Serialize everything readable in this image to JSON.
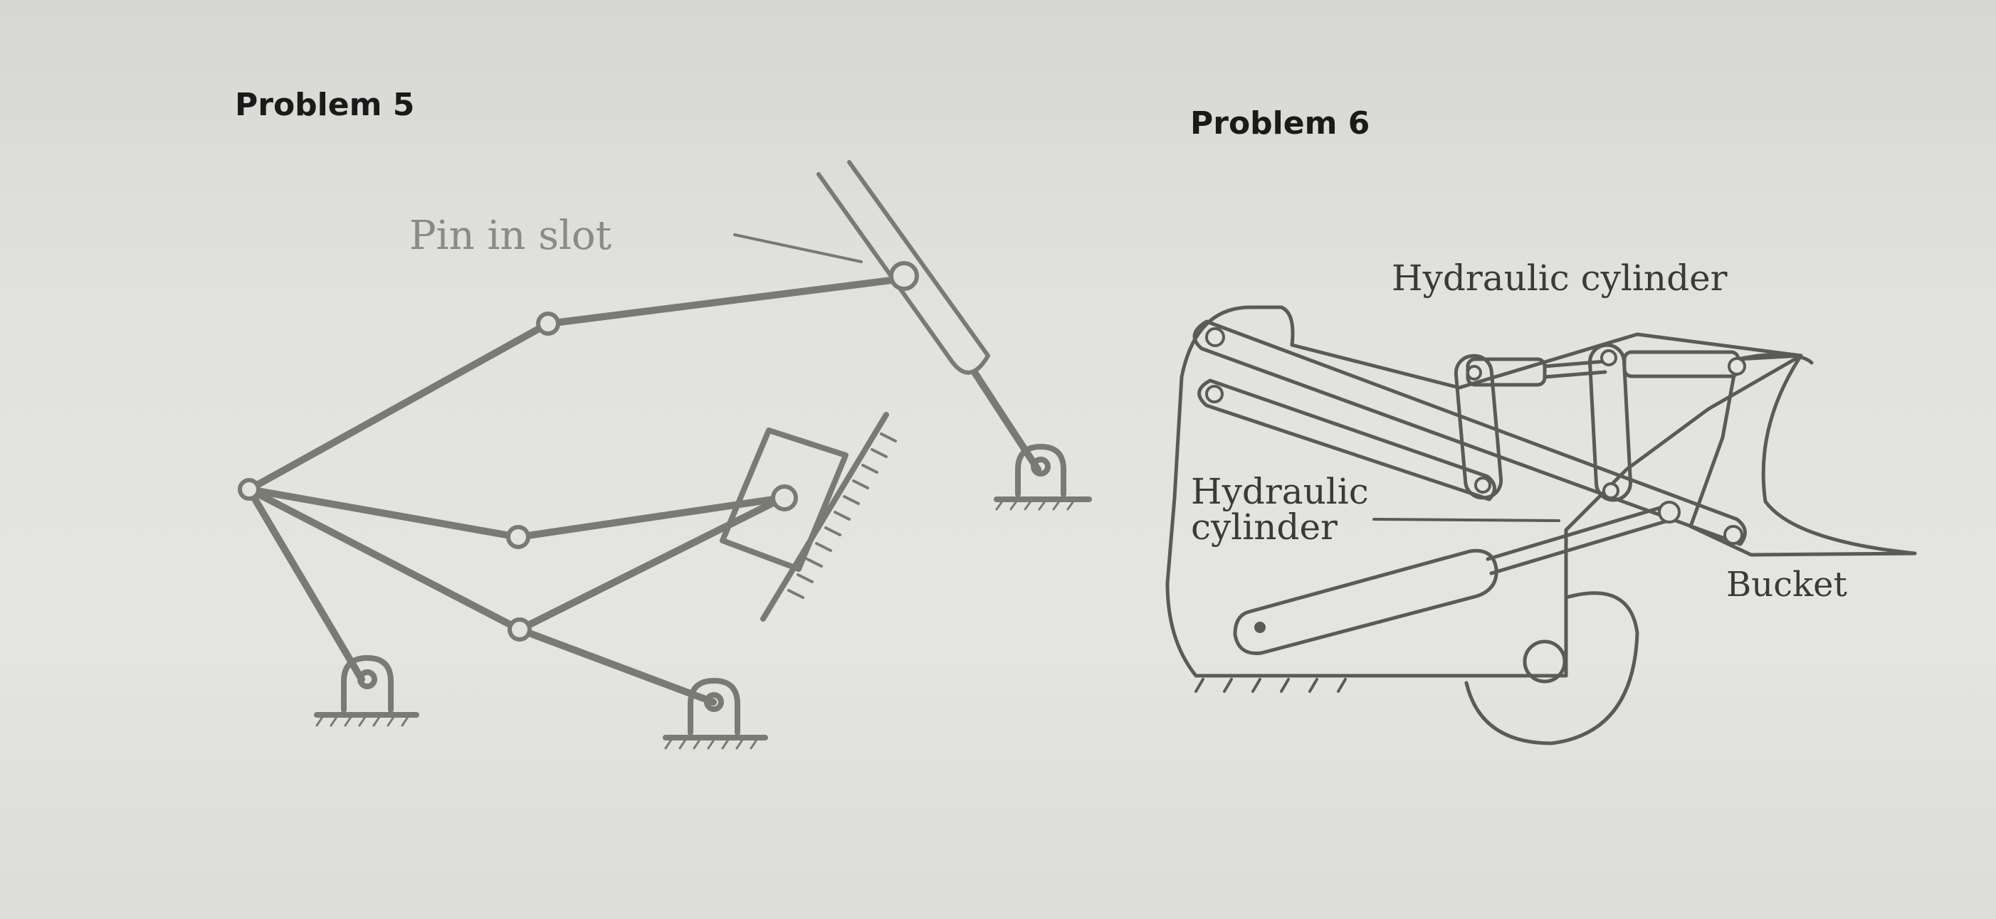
{
  "problem5": {
    "title": "Problem 5",
    "label_pin_in_slot": "Pin in slot"
  },
  "problem6": {
    "title": "Problem 6",
    "label_hydraulic_cylinder_top": "Hydraulic cylinder",
    "label_hydraulic_cylinder_side_line1": "Hydraulic",
    "label_hydraulic_cylinder_side_line2": "cylinder",
    "label_bucket": "Bucket"
  },
  "colors": {
    "link_stroke": "#7a7a74",
    "text_faded": "#8a8a86",
    "text_dark": "#3a3a36",
    "heading": "#1a1a1a"
  }
}
